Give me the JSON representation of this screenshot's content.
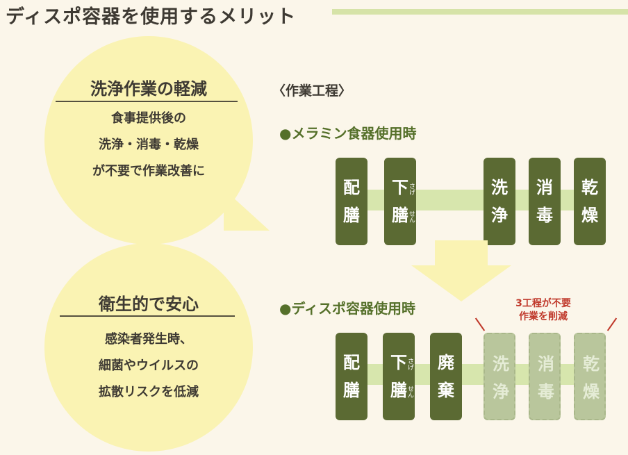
{
  "title": "ディスポ容器を使用するメリット",
  "bubbles": [
    {
      "heading": "洗浄作業の軽減",
      "lines": [
        "食事提供後の",
        "洗浄・消毒・乾燥",
        "が不要で作業改善に"
      ]
    },
    {
      "heading": "衛生的で安心",
      "lines": [
        "感染者発生時、",
        "細菌やウイルスの",
        "拡散リスクを低減"
      ]
    }
  ],
  "process_label": "〈作業工程〉",
  "sections": [
    {
      "heading": "●メラミン食器使用時",
      "steps": [
        {
          "chars": [
            "配",
            "膳"
          ]
        },
        {
          "chars": [
            "下",
            "膳"
          ],
          "ruby": [
            "さげ",
            "せん"
          ]
        },
        {
          "chars": [
            "洗",
            "浄"
          ]
        },
        {
          "chars": [
            "消",
            "毒"
          ]
        },
        {
          "chars": [
            "乾",
            "燥"
          ]
        }
      ]
    },
    {
      "heading": "●ディスポ容器使用時",
      "steps": [
        {
          "chars": [
            "配",
            "膳"
          ]
        },
        {
          "chars": [
            "下",
            "膳"
          ],
          "ruby": [
            "さげ",
            "せん"
          ]
        },
        {
          "chars": [
            "廃",
            "棄"
          ]
        },
        {
          "chars": [
            "洗",
            "浄"
          ],
          "faded": true
        },
        {
          "chars": [
            "消",
            "毒"
          ],
          "faded": true
        },
        {
          "chars": [
            "乾",
            "燥"
          ],
          "faded": true
        }
      ],
      "note": [
        "3工程が不要",
        "作業を削減"
      ]
    }
  ],
  "colors": {
    "step": "#5b6a33",
    "faded_step": "#b9c69c",
    "bubble": "#faf3b3",
    "track": "#d7e6ad",
    "heading_green": "#55702a",
    "note_red": "#c0392b"
  }
}
